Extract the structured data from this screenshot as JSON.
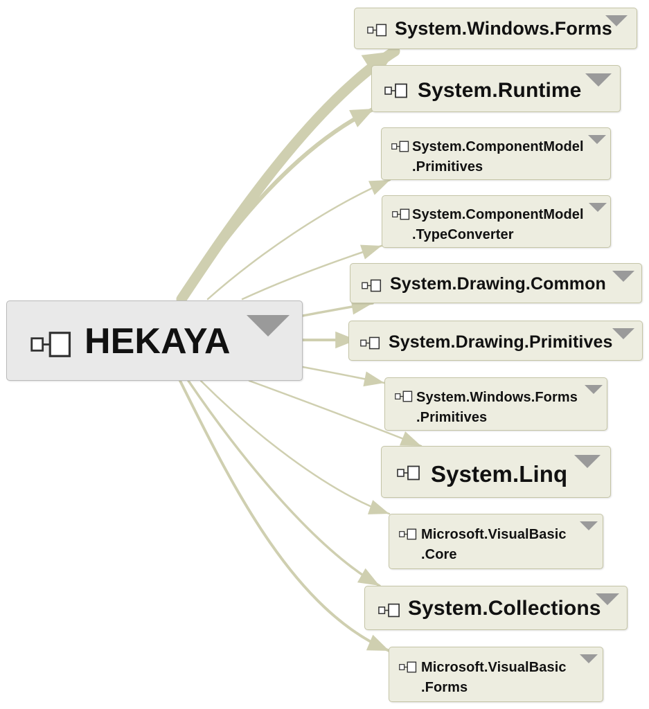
{
  "root": {
    "label": "HEKAYA"
  },
  "dependencies": [
    {
      "id": "windows-forms",
      "label": "System.Windows.Forms"
    },
    {
      "id": "runtime",
      "label": "System.Runtime"
    },
    {
      "id": "componentmodel-primitives",
      "label": "System.ComponentModel",
      "label2": ".Primitives"
    },
    {
      "id": "componentmodel-typeconverter",
      "label": "System.ComponentModel",
      "label2": ".TypeConverter"
    },
    {
      "id": "drawing-common",
      "label": "System.Drawing.Common"
    },
    {
      "id": "drawing-primitives",
      "label": "System.Drawing.Primitives"
    },
    {
      "id": "windows-forms-primitives",
      "label": "System.Windows.Forms",
      "label2": ".Primitives"
    },
    {
      "id": "linq",
      "label": "System.Linq"
    },
    {
      "id": "visualbasic-core",
      "label": "Microsoft.VisualBasic",
      "label2": ".Core"
    },
    {
      "id": "collections",
      "label": "System.Collections"
    },
    {
      "id": "visualbasic-forms",
      "label": "Microsoft.VisualBasic",
      "label2": ".Forms"
    }
  ],
  "colors": {
    "node_fill": "#edede0",
    "node_border": "#c4c4a6",
    "root_fill": "#e9e9e9",
    "edge": "#cfcfb0",
    "dropdown": "#9a9a9a"
  },
  "icons": {
    "node": "assembly-icon",
    "menu": "dropdown-triangle-icon"
  }
}
